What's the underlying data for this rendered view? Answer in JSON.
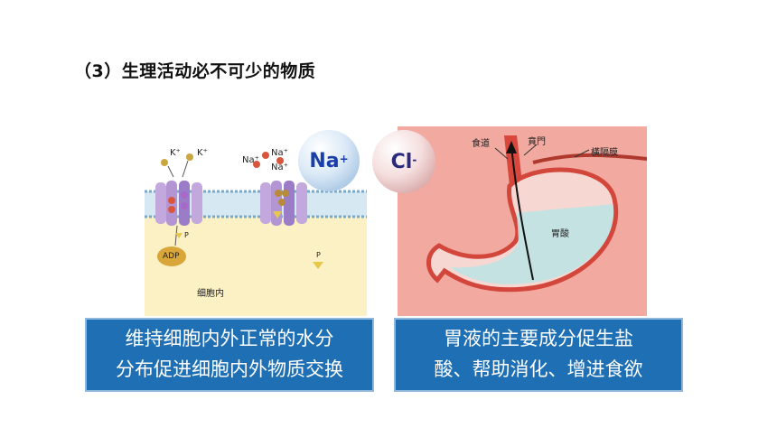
{
  "heading": "（3）生理活动必不可少的物质",
  "ions": {
    "na": {
      "symbol": "Na",
      "charge": "+"
    },
    "cl": {
      "symbol": "Cl",
      "charge": "-"
    }
  },
  "left_figure": {
    "k_label_1": "K⁺",
    "k_label_2": "K⁺",
    "na_label_1": "Na⁺",
    "na_label_2": "Na⁺",
    "na_label_3": "Na⁺",
    "adp_label": "ADP",
    "p_label_1": "P",
    "p_label_2": "P",
    "cell_label": "细胞内"
  },
  "right_figure": {
    "esophagus": "食道",
    "cardia": "賁門",
    "diaphragm": "橫隔膜",
    "acid": "胃酸"
  },
  "captions": {
    "left_line1": "维持细胞内外正常的水分",
    "left_line2": "分布促进细胞内外物质交换",
    "right_line1": "胃液的主要成分促生盐",
    "right_line2": "酸、帮助消化、增进食欲"
  }
}
